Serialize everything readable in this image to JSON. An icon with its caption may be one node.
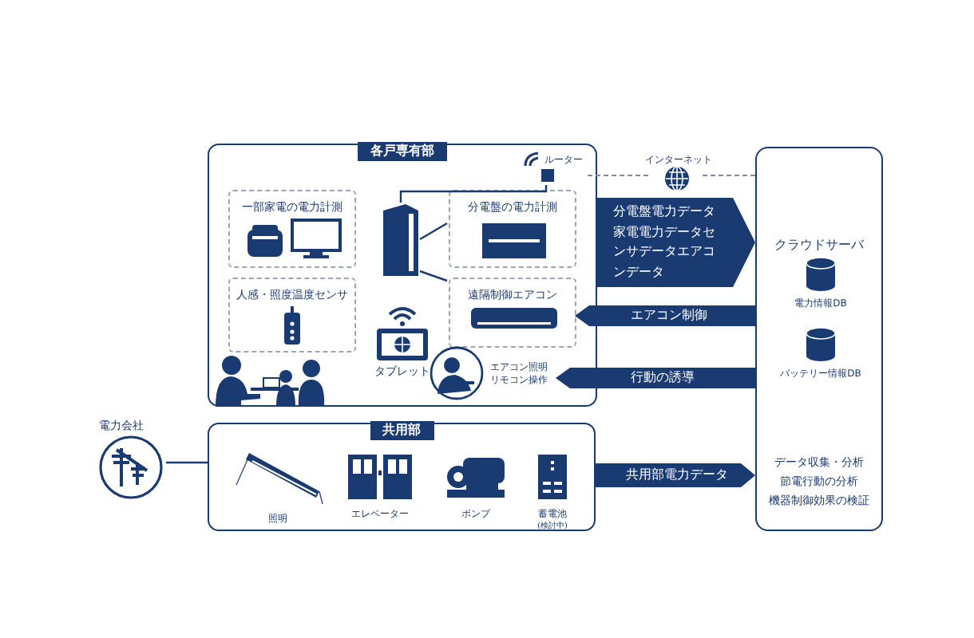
{
  "diagram": {
    "nodes": [
      {
        "text": [
          "各戸専有部"
        ]
      },
      {
        "text": [
          "一部家電の電力計測"
        ],
        "in": 0
      },
      {
        "text": [
          "分電盤の電力計測"
        ],
        "in": 0
      },
      {
        "text": [
          "人感・照度温度センサ"
        ],
        "in": 0
      },
      {
        "text": [
          "遠隔制御エアコン"
        ],
        "in": 0
      },
      {
        "text": [],
        "shape": "picture",
        "in": 0
      },
      {
        "text": [
          "タブレット"
        ],
        "in": 0
      },
      {
        "text": [
          "ルーター"
        ],
        "in": 0
      },
      {
        "text": [
          "インターネット"
        ]
      },
      {
        "text": [
          "クラウドサーバ",
          "データ収集・分析",
          "節電行動の分析",
          "機器制御効果の検証"
        ]
      },
      {
        "text": [
          "電力情報DB"
        ],
        "in": 9
      },
      {
        "text": [
          "バッテリー情報DB"
        ],
        "in": 9
      },
      {
        "text": [
          "共用部"
        ]
      },
      {
        "text": [
          "照明"
        ],
        "in": 12
      },
      {
        "text": [
          "エレベーター"
        ],
        "in": 12
      },
      {
        "text": [
          "ポンプ"
        ],
        "in": 12
      },
      {
        "text": [
          "蓄電池",
          "(検討中)"
        ],
        "in": 12
      },
      {
        "text": [
          "電力会社"
        ]
      },
      {
        "text": [],
        "shape": "person",
        "beside": [
          "エアコン照明リモコン操作"
        ],
        "in": 0
      }
    ],
    "edges": [
      {
        "from": 5,
        "to": 7,
        "arrow": "none"
      },
      {
        "from": 5,
        "to": 2,
        "arrow": "none"
      },
      {
        "from": 5,
        "to": 4,
        "arrow": "none"
      },
      {
        "from": 7,
        "to": 8,
        "arrow": "none",
        "style": "dashed",
        "color": "#7f8ca3"
      },
      {
        "from": 8,
        "to": 9,
        "arrow": "none",
        "style": "dashed",
        "color": "#7f8ca3"
      },
      {
        "from": 0,
        "to": 9,
        "arrow": "to",
        "style": "thick",
        "label": "分電盤電力データ家電電力データセンサデータエアコンデータ"
      },
      {
        "from": 9,
        "to": 4,
        "arrow": "to",
        "style": "thick",
        "label": "エアコン制御"
      },
      {
        "from": 9,
        "to": 18,
        "arrow": "to",
        "style": "thick",
        "label": "行動の誘導"
      },
      {
        "from": 12,
        "to": 9,
        "arrow": "to",
        "style": "thick",
        "label": "共用部電力データ"
      },
      {
        "from": 17,
        "to": 12,
        "arrow": "none"
      }
    ]
  }
}
